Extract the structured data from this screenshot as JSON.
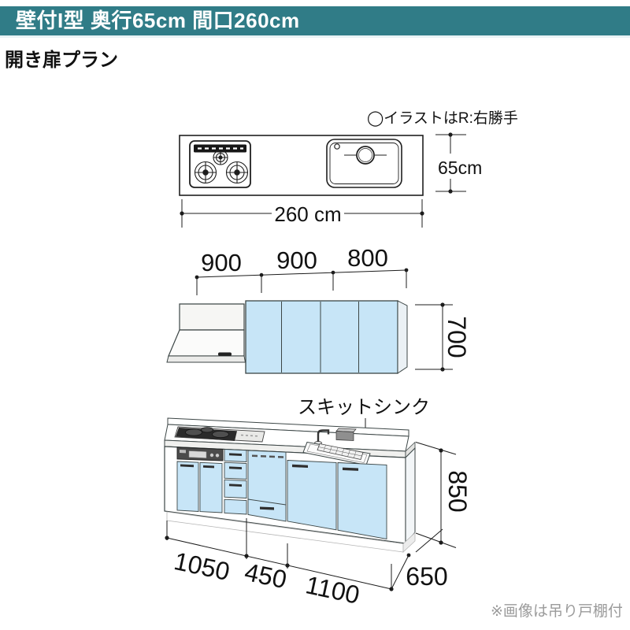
{
  "header": {
    "title": "壁付I型 奥行65cm 間口260cm",
    "bg_color": "#307c87"
  },
  "subtitle": "開き扉プラン",
  "illustration_note": "◯イラストはR:右勝手",
  "footer_note": "※画像は吊り戸棚付",
  "colors": {
    "header_teal": "#307c87",
    "cabinet_blue": "#c7e5f7",
    "line_dark": "#1c1c1c",
    "note_gray": "#9b9b9b"
  },
  "plan_view": {
    "width_label": "260 cm",
    "depth_label": "65cm"
  },
  "elevation_view": {
    "segment_labels": [
      "900",
      "900",
      "800"
    ],
    "height_label": "700"
  },
  "perspective_view": {
    "sink_label": "スキットシンク",
    "height_label": "850",
    "width_labels": [
      "1050",
      "450",
      "1100"
    ],
    "depth_label": "650"
  }
}
